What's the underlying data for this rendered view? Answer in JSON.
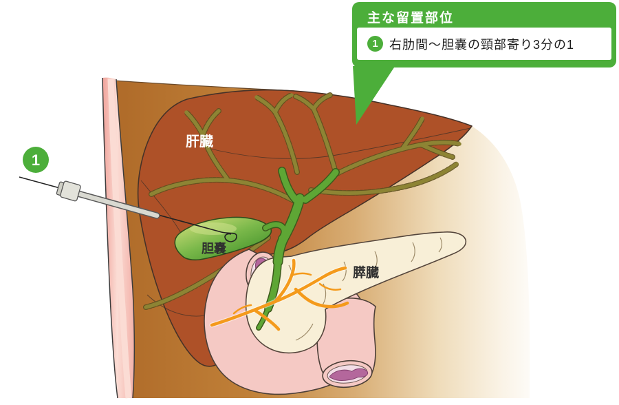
{
  "callout": {
    "title": "主な留置部位",
    "items": [
      {
        "number": "1",
        "text": "右肋間〜胆嚢の頸部寄り3分の1"
      }
    ]
  },
  "marker": {
    "number": "1"
  },
  "organ_labels": {
    "liver": "肝臓",
    "gallbladder": "胆嚢",
    "pancreas": "膵臓"
  },
  "colors": {
    "accent-green": "#4cae3a",
    "liver": "#ae5128",
    "liver-outline": "#463228",
    "bile-duct-olive": "#8d8434",
    "bile-duct-olive-outline": "#5e501f",
    "bile-duct-green": "#5ea635",
    "bile-duct-green-outline": "#3c5a1c",
    "gallbladder-light": "#b9d46d",
    "gallbladder-dark": "#4f9a31",
    "duodenum-pink": "#f5c9c4",
    "duodenum-inner": "#f2dde6",
    "fold-purple": "#b4679c",
    "pancreas-cream": "#f8efd7",
    "vessel-orange": "#f49a1b",
    "body-wall-pink": "#f0a59d",
    "body-wall-light": "#fbdcd4",
    "cavity-brown": "#b06c2a",
    "outline-dark": "#4c3f38"
  }
}
